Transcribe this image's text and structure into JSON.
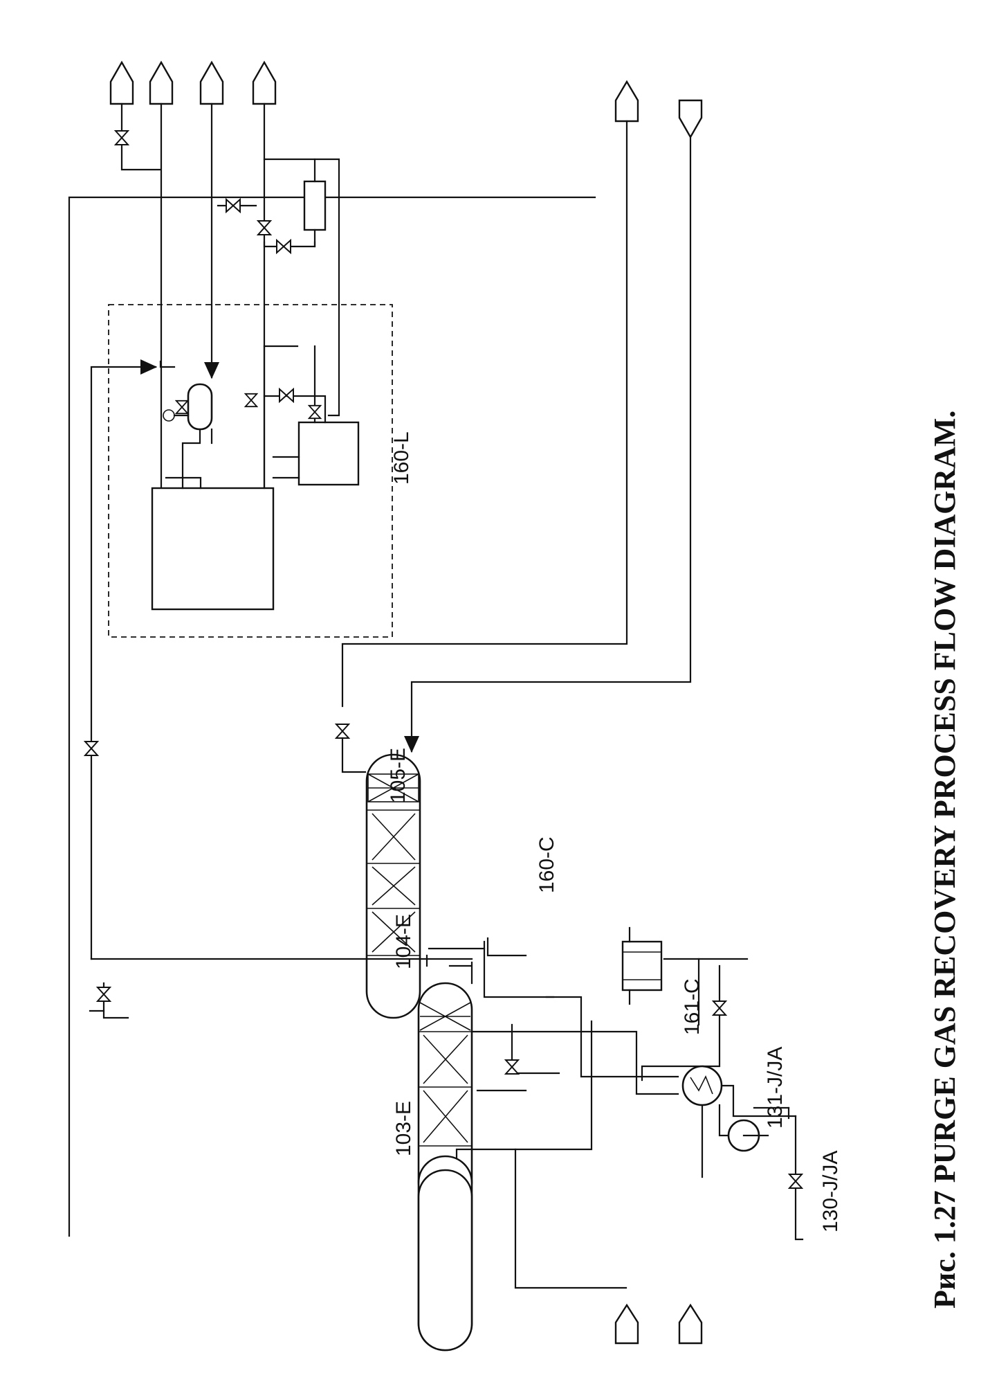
{
  "caption": "Рис. 1.27 PURGE GAS RECOVERY PROCESS FLOW DIAGRAM.",
  "labels": {
    "e103": "103-E",
    "e104": "104-E",
    "e105": "105-E",
    "c160": "160-C",
    "c161": "161-C",
    "l160": "160-L",
    "j130": "130-J/JA",
    "j131": "131-J/JA"
  },
  "icons": {
    "valve": "valve-icon",
    "pump": "pump-icon",
    "heat_exchanger": "heat-exchanger-icon",
    "arrow": "flow-arrow-icon"
  }
}
